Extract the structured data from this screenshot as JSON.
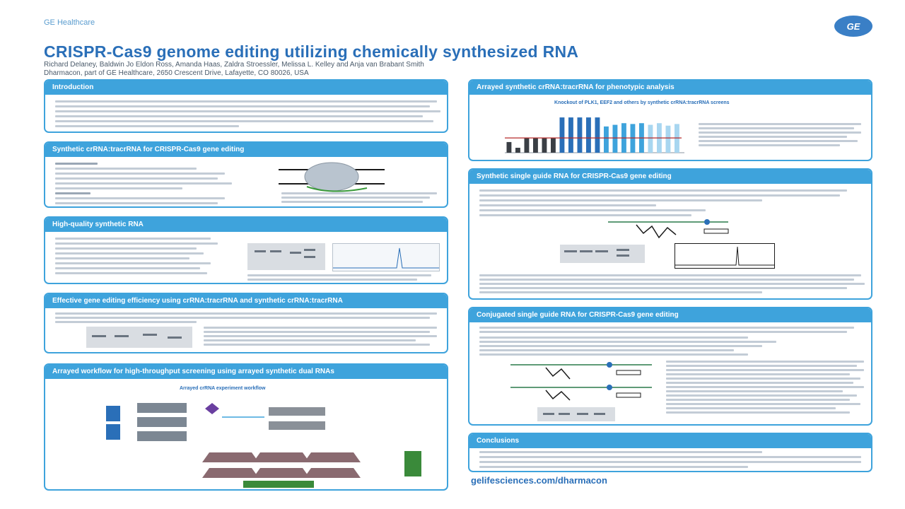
{
  "header": {
    "brand": "GE Healthcare",
    "logo_text": "GE",
    "title": "CRISPR-Cas9 genome editing utilizing chemically synthesized RNA",
    "authors": "Richard Delaney, Baldwin Jo Eldon Ross, Amanda Haas, Zaldra Stroessler, Melissa L. Kelley and Anja van Brabant Smith",
    "affiliation": "Dharmacon, part of GE Healthcare, 2650 Crescent Drive, Lafayette, CO 80026, USA"
  },
  "panels": {
    "intro": "Introduction",
    "synthetic": "Synthetic crRNA:tracrRNA for CRISPR-Cas9 gene editing",
    "highquality": "High-quality synthetic RNA",
    "efficiency": "Effective gene editing efficiency using crRNA:tracrRNA and synthetic crRNA:tracrRNA",
    "workflow": "Arrayed workflow for high-throughput screening using arrayed synthetic dual RNAs",
    "arrayed": "Arrayed synthetic crRNA:tracrRNA for phenotypic analysis",
    "sgrna": "Synthetic single guide RNA for CRISPR-Cas9 gene editing",
    "conjugated": "Conjugated single guide RNA for CRISPR-Cas9 gene editing",
    "conclusions": "Conclusions"
  },
  "workflow_chart_title": "Arrayed crRNA experiment workflow",
  "arrayed_chart_title": "Knockout of PLK1, EEF2 and others by synthetic crRNA:tracrRNA screens",
  "footer_url": "gelifesciences.com/dharmacon",
  "colors": {
    "accent": "#3ea3dc",
    "title": "#2a6fb8",
    "bar_dark": "#2a6fb8",
    "bar_mid": "#3ea3dc",
    "bar_light": "#a8d6f0",
    "threshold": "#b52a2a"
  },
  "chart_data": {
    "type": "bar",
    "title": "Knockout of PLK1, EEF2 and others by synthetic crRNA:tracrRNA screens",
    "xlabel": "",
    "ylabel": "",
    "ylim": [
      0,
      5
    ],
    "threshold": 1.8,
    "values": [
      1.3,
      0.6,
      1.8,
      1.8,
      1.8,
      1.8,
      4.3,
      4.3,
      4.3,
      4.3,
      4.3,
      3.2,
      3.4,
      3.6,
      3.5,
      3.6,
      3.4,
      3.6,
      3.3,
      3.5
    ]
  }
}
